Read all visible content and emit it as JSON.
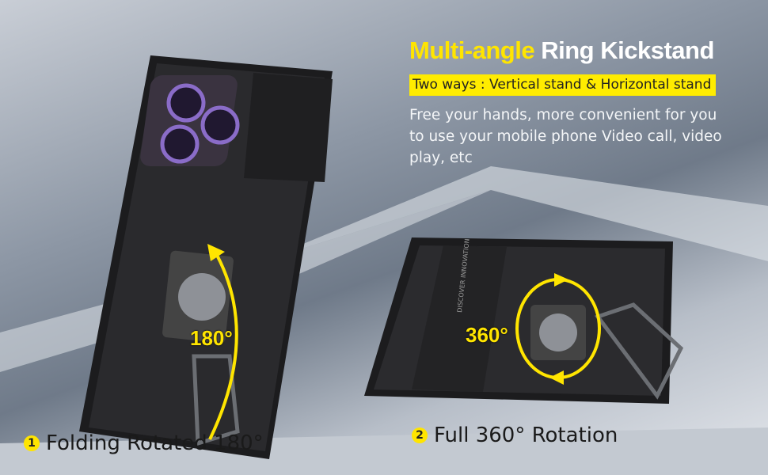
{
  "headline": {
    "highlight": "Multi-angle",
    "rest": "Ring Kickstand"
  },
  "subheadline": "Two ways : Vertical stand & Horizontal stand",
  "description": "Free your hands, more convenient for you to use your mobile phone Video call, video play, etc",
  "features": [
    {
      "number": "1",
      "label": "Folding Rotated 180°",
      "angle_label": "180°"
    },
    {
      "number": "2",
      "label": "Full 360° Rotation",
      "angle_label": "360°"
    }
  ],
  "case_engraving": "DISCOVER INNOVATION",
  "colors": {
    "accent": "#ffe500",
    "case": "#1c1c1e"
  }
}
